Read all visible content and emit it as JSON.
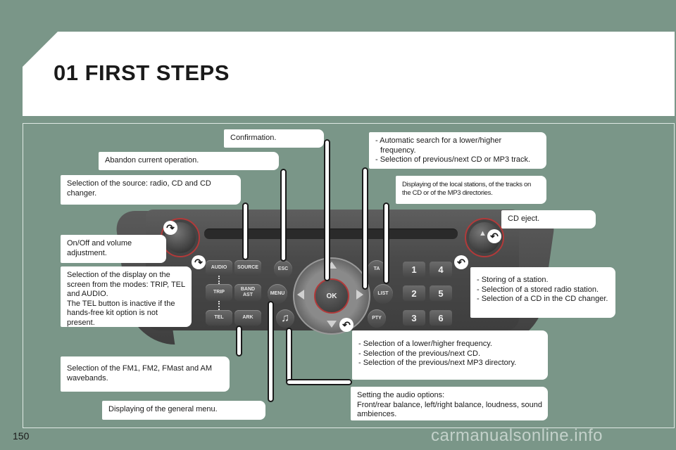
{
  "page": {
    "title": "01 FIRST STEPS",
    "page_number": "150",
    "watermark": "carmanualsonline.info"
  },
  "callouts": {
    "confirmation": "Confirmation.",
    "abandon": "Abandon current operation.",
    "source_selection": "Selection of the source: radio, CD and CD changer.",
    "on_off": "On/Off and volume adjustment.",
    "display_selection": "Selection of the display on the screen from the modes: TRIP, TEL and AUDIO.\nThe TEL button is inactive if the hands-free kit option is not present.",
    "wavebands": "Selection of the FM1, FM2, FMast and AM wavebands.",
    "general_menu": "Displaying of the general menu.",
    "auto_search_1": "- Automatic search for a lower/higher",
    "auto_search_2": "frequency.",
    "auto_search_3": "- Selection of previous/next CD or MP3 track.",
    "local_stations": "Displaying of the local stations, of the tracks on the CD or of the MP3 directories.",
    "cd_eject": "CD eject.",
    "storing_1": "- Storing of a station.",
    "storing_2": "- Selection of a stored radio station.",
    "storing_3": "- Selection of a CD in the CD changer.",
    "frequency_1": "- Selection of a lower/higher frequency.",
    "frequency_2": "- Selection of the previous/next CD.",
    "frequency_3": "- Selection of the previous/next MP3 directory.",
    "audio_options": "Setting the audio options:\nFront/rear balance, left/right balance, loudness, sound ambiences."
  },
  "radio": {
    "audio": "AUDIO",
    "source": "SOURCE",
    "esc": "ESC",
    "ta": "TA",
    "trip": "TRIP",
    "band_ast": "BAND\nAST",
    "menu": "MENU",
    "list": "LIST",
    "tel": "TEL",
    "dark": "ARK",
    "pty": "PTY",
    "ok": "OK",
    "presets": [
      "1",
      "4",
      "2",
      "5",
      "3",
      "6"
    ]
  },
  "colors": {
    "background": "#7a9688",
    "panel": "#ffffff",
    "radio_body": "#4a4a4a",
    "accent_ring": "#b23a3a"
  },
  "icons": {
    "power_knob": "arrow-curve-icon",
    "eject": "eject-icon",
    "music": "music-note-icon",
    "return": "return-arrow-icon"
  }
}
